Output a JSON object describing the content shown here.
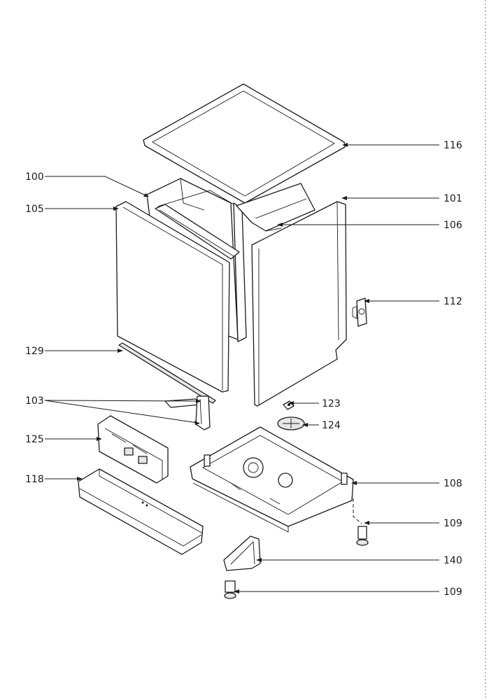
{
  "labels": {
    "l116": "116",
    "l100": "100",
    "l101": "101",
    "l105": "105",
    "l106": "106",
    "l112": "112",
    "l129": "129",
    "l103": "103",
    "l123": "123",
    "l124": "124",
    "l125": "125",
    "l118": "118",
    "l108": "108",
    "l109a": "109",
    "l140": "140",
    "l109b": "109"
  }
}
